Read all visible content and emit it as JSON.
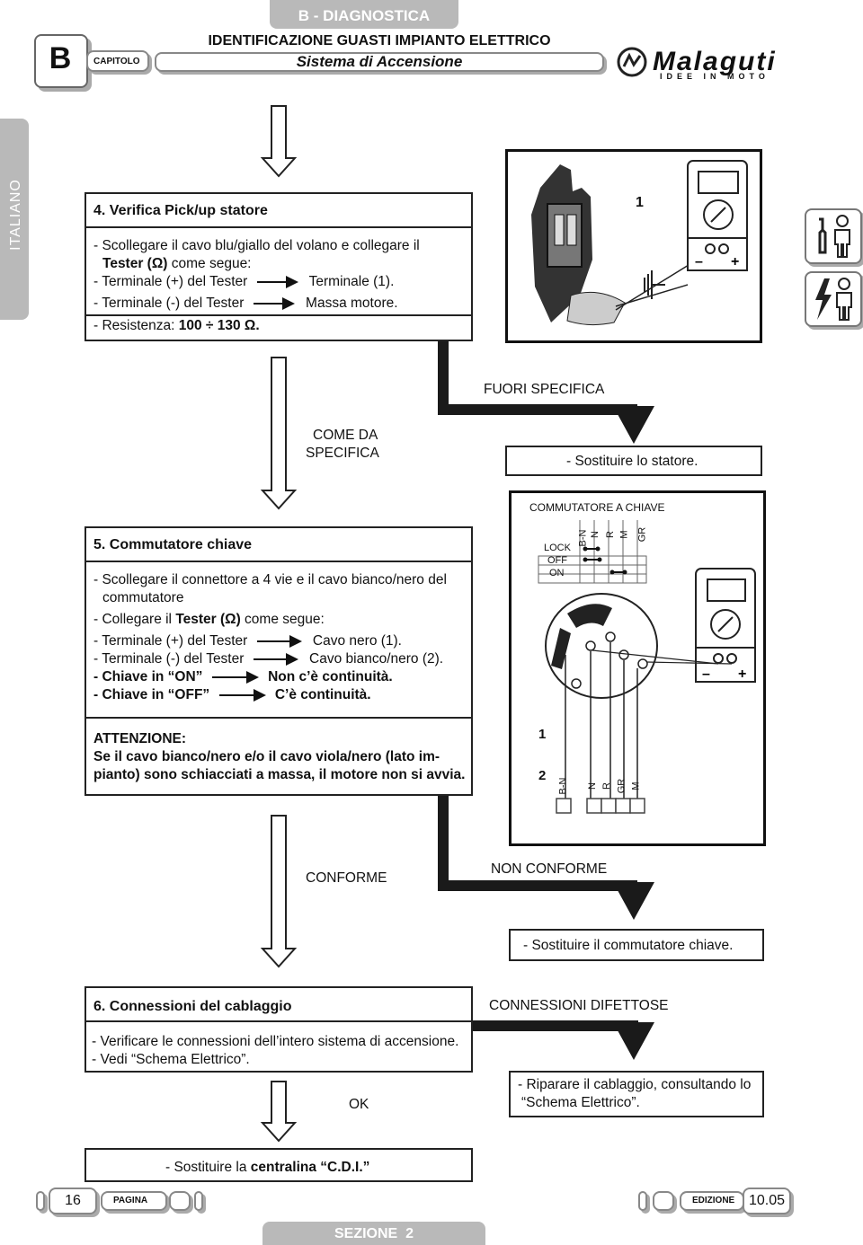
{
  "header": {
    "section_tab": "B - DIAGNOSTICA",
    "chapter_letter": "B",
    "chapter_label": "CAPITOLO",
    "title": "IDENTIFICAZIONE GUASTI IMPIANTO ELETTRICO",
    "subtitle": "Sistema di Accensione",
    "brand": "Malaguti",
    "brand_tagline": "IDEE IN MOTO"
  },
  "side_tab": "ITALIANO",
  "step4": {
    "title": "4. Verifica Pick/up statore",
    "l1": "- Scollegare il cavo blu/giallo del volano e collegare il",
    "l2a": "Tester (Ω)",
    "l2b": " come segue:",
    "l3a": "- Terminale (+) del Tester",
    "l3b": "Terminale (1).",
    "l4a": "- Terminale (-) del Tester",
    "l4b": "Massa motore.",
    "l5a": "- Resistenza: ",
    "l5b": "100 ÷ 130 Ω.",
    "figure_label": "1"
  },
  "flow1": {
    "out_spec": "FUORI SPECIFICA",
    "in_spec_1": "COME DA",
    "in_spec_2": "SPECIFICA",
    "replace": "- Sostituire lo statore."
  },
  "step5": {
    "title": "5. Commutatore chiave",
    "l1": "- Scollegare il connettore a 4 vie e il cavo bianco/nero del",
    "l2": "commutatore",
    "l3a": "- Collegare il ",
    "l3b": "Tester (Ω)",
    "l3c": " come segue:",
    "l4a": "- Terminale (+) del Tester",
    "l4b": "Cavo nero (1).",
    "l5a": "- Terminale (-) del Tester",
    "l5b": "Cavo bianco/nero (2).",
    "l6a": "- Chiave in “ON”",
    "l6b": "Non c’è continuità.",
    "l7a": "- Chiave in “OFF”",
    "l7b": "C’è continuità.",
    "warn_title": "ATTENZIONE:",
    "warn_1": "Se il cavo bianco/nero e/o il cavo viola/nero (lato im-",
    "warn_2": "pianto) sono schiacciati a massa, il motore non si avvia."
  },
  "switch_figure": {
    "title": "COMMUTATORE A CHIAVE",
    "cols": [
      "B-N",
      "N",
      "R",
      "M",
      "GR"
    ],
    "rows": [
      "LOCK",
      "OFF",
      "ON"
    ],
    "wire_label_1": "1",
    "wire_label_2": "2",
    "bottom_cols": [
      "B-N",
      "N",
      "R",
      "GR",
      "M"
    ]
  },
  "flow2": {
    "ok": "CONFORME",
    "ko": "NON CONFORME",
    "replace": "- Sostituire il commutatore chiave."
  },
  "step6": {
    "title": "6. Connessioni del cablaggio",
    "l1": "- Verificare le connessioni dell’intero sistema di accensione.",
    "l2": "- Vedi “Schema Elettrico”.",
    "bad": "CONNESSIONI DIFETTOSE",
    "fix_1": "- Riparare il cablaggio, consultando lo",
    "fix_2": "“Schema Elettrico”.",
    "ok": "OK",
    "final_a": "- Sostituire la ",
    "final_b": "centralina “C.D.I.”"
  },
  "footer": {
    "page_number": "16",
    "page_label": "PAGINA",
    "edition_label": "EDIZIONE",
    "edition": "10.05",
    "section": "SEZIONE  2"
  }
}
